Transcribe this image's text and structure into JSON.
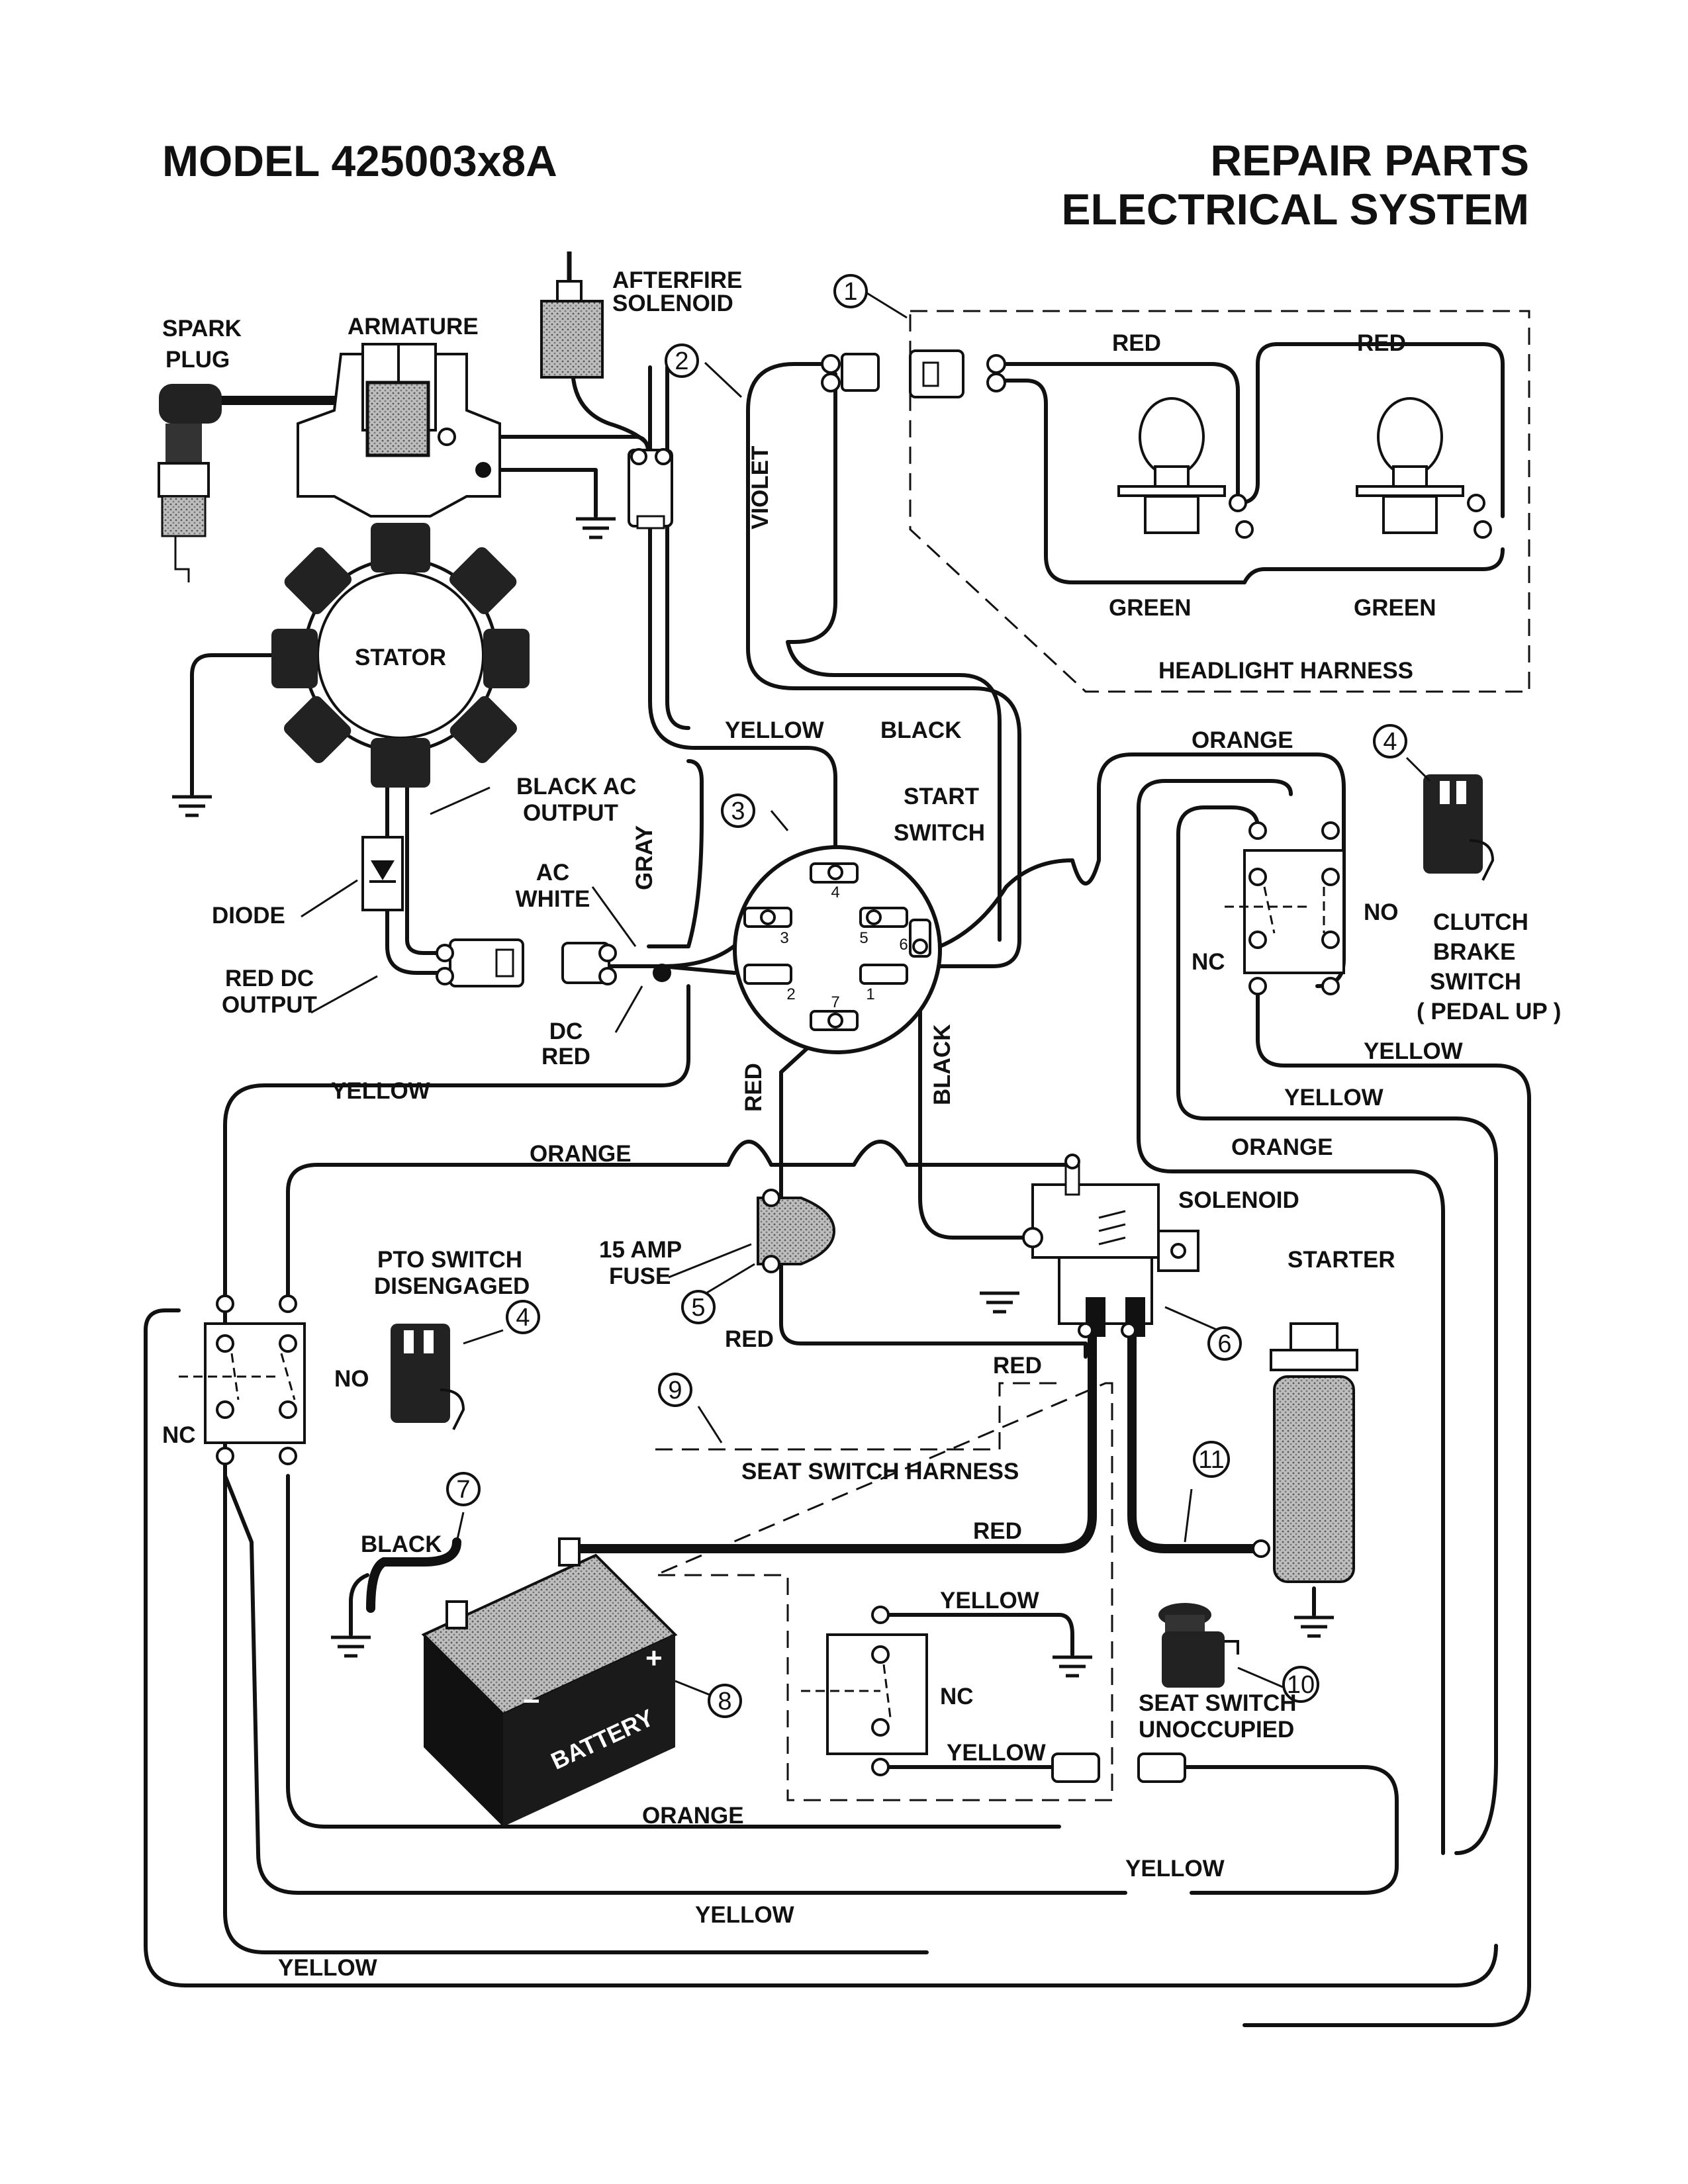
{
  "header": {
    "model": "MODEL 425003x8A",
    "title_line1": "REPAIR PARTS",
    "title_line2": "ELECTRICAL SYSTEM"
  },
  "components": {
    "spark_plug": [
      "SPARK",
      "PLUG"
    ],
    "armature": "ARMATURE",
    "afterfire_solenoid": [
      "AFTERFIRE",
      "SOLENOID"
    ],
    "stator": "STATOR",
    "black_ac_output": [
      "BLACK AC",
      "OUTPUT"
    ],
    "diode": "DIODE",
    "red_dc_output": [
      "RED DC",
      "OUTPUT"
    ],
    "ac_white": [
      "AC",
      "WHITE"
    ],
    "dc_red": [
      "DC",
      "RED"
    ],
    "start_switch": [
      "START",
      "SWITCH"
    ],
    "headlight_harness": "HEADLIGHT HARNESS",
    "clutch_brake_switch": [
      "CLUTCH",
      "BRAKE",
      "SWITCH",
      "( PEDAL UP )"
    ],
    "solenoid": "SOLENOID",
    "starter": "STARTER",
    "fuse": [
      "15 AMP",
      "FUSE"
    ],
    "pto_switch": [
      "PTO SWITCH",
      "DISENGAGED"
    ],
    "seat_switch_harness": "SEAT SWITCH HARNESS",
    "seat_switch": [
      "SEAT SWITCH",
      "UNOCCUPIED"
    ],
    "battery": "BATTERY",
    "no": "NO",
    "nc": "NC"
  },
  "switch_pins": [
    "4",
    "3",
    "5",
    "6",
    "2",
    "7",
    "1"
  ],
  "callouts": [
    "1",
    "2",
    "3",
    "4",
    "4",
    "5",
    "6",
    "7",
    "8",
    "9",
    "10",
    "11"
  ],
  "wire_colors": {
    "red": "RED",
    "green": "GREEN",
    "violet": "VIOLET",
    "yellow": "YELLOW",
    "black": "BLACK",
    "orange": "ORANGE",
    "gray": "GRAY"
  }
}
